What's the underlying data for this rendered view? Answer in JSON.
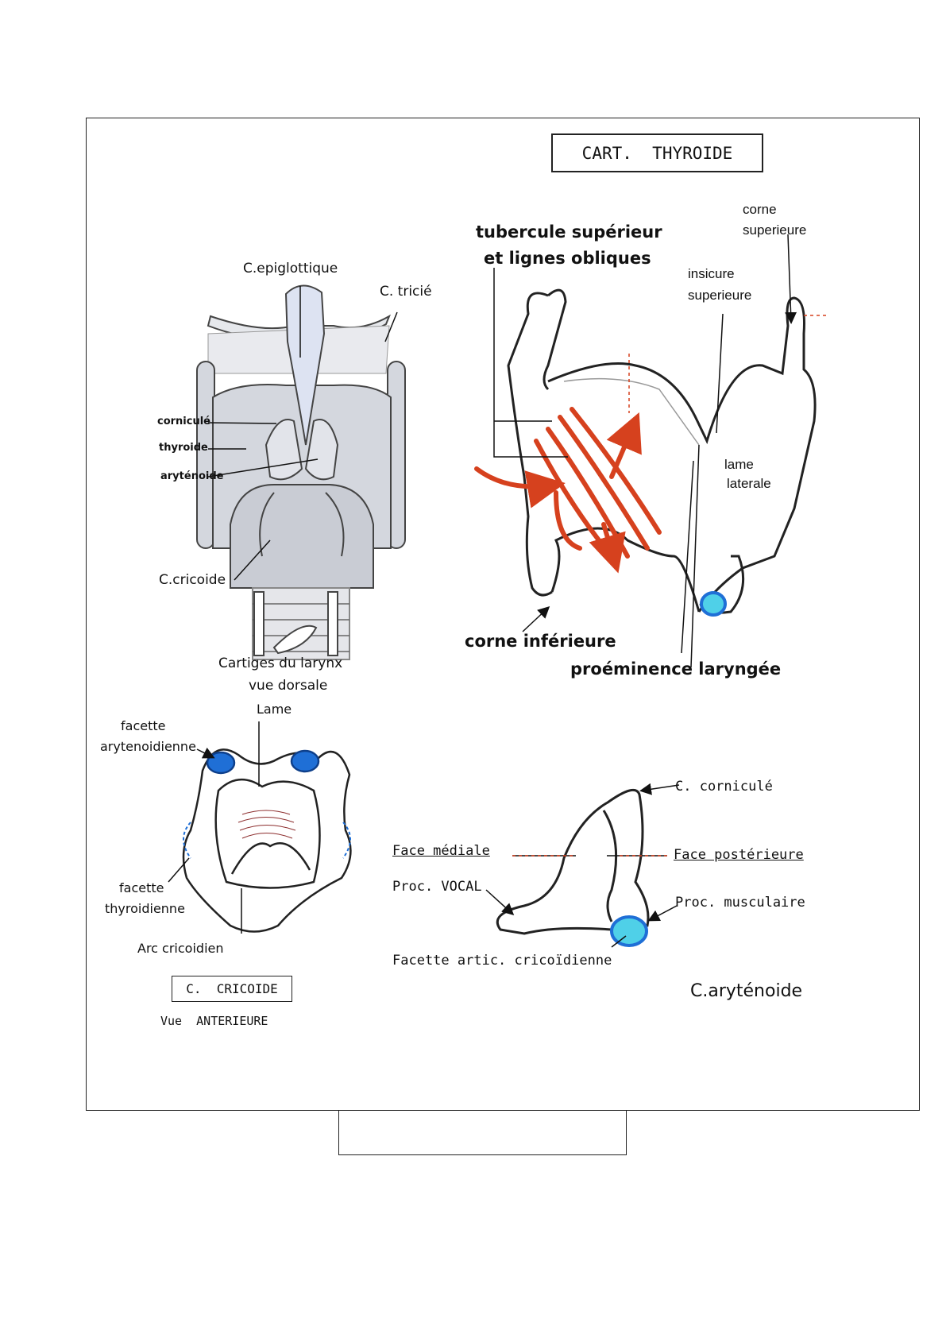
{
  "thyroid": {
    "title": "CART.  THYROIDE",
    "labels": {
      "tubercule_1": "tubercule supérieur",
      "tubercule_2": "et lignes obliques",
      "corne_sup_1": "corne",
      "corne_sup_2": "superieure",
      "insicure_1": "insicure",
      "insicure_2": "superieure",
      "lame_1": "lame",
      "lame_2": "laterale",
      "corne_inf": "corne inférieure",
      "proeminence": "proéminence laryngée"
    }
  },
  "larynx": {
    "labels": {
      "epiglottique": "C.epiglottique",
      "tricie": "C. tricié",
      "cornicule": "corniculé",
      "thyroide": "thyroide",
      "arytenoide": "aryténoide",
      "cricoide": "C.cricoide",
      "caption_1": "Cartiges du larynx",
      "caption_2": "vue dorsale"
    }
  },
  "cricoid": {
    "title": "C.  CRICOIDE",
    "subtitle": "Vue  ANTERIEURE",
    "labels": {
      "lame": "Lame",
      "facette_ary_1": "facette",
      "facette_ary_2": "arytenoidienne",
      "facette_thy_1": "facette",
      "facette_thy_2": "thyroidienne",
      "arc": "Arc cricoidien"
    }
  },
  "arytenoid": {
    "title": "C.aryténoide",
    "labels": {
      "cornicule": "C. corniculé",
      "face_mediale": "Face médiale",
      "face_posterieure": "Face postérieure",
      "proc_vocal": "Proc. VOCAL",
      "proc_musculaire": "Proc. musculaire",
      "facette_artic": "Facette artic. cricoïdienne"
    }
  },
  "colors": {
    "muscle": "#d6411e",
    "cartilage_fill": "#d4d7de",
    "epiglottis_fill": "#dde3f2",
    "facet_blue": "#1f6fd6",
    "facet_cyan": "#4fd0e8"
  }
}
